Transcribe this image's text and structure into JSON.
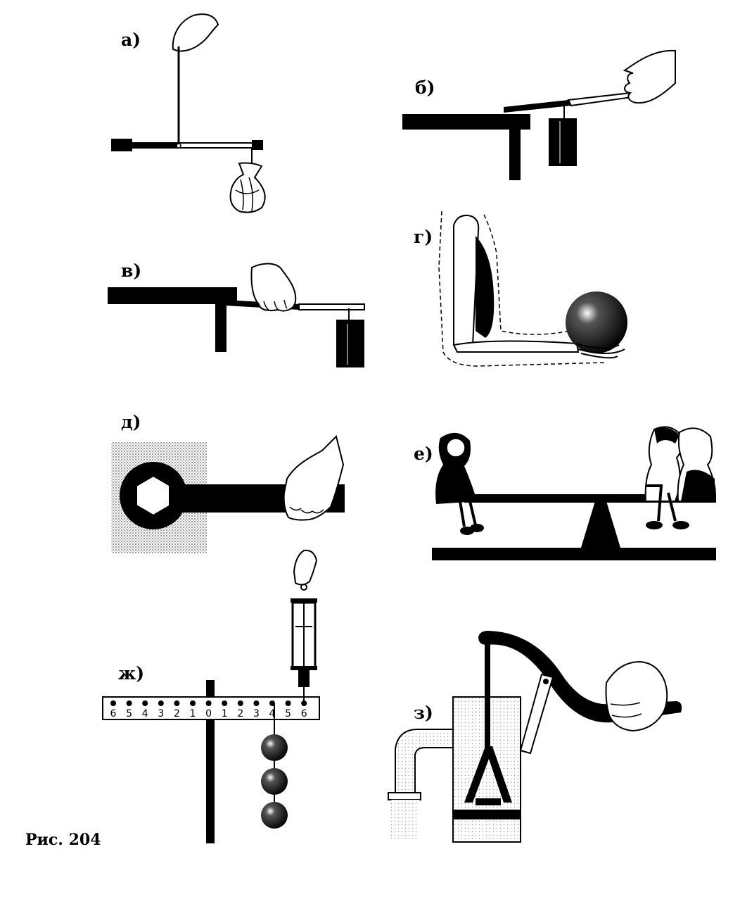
{
  "figure": {
    "caption": "Рис. 204",
    "panels": [
      {
        "id": "a",
        "label": "а)"
      },
      {
        "id": "b",
        "label": "б)"
      },
      {
        "id": "v",
        "label": "в)"
      },
      {
        "id": "g",
        "label": "г)"
      },
      {
        "id": "d",
        "label": "д)"
      },
      {
        "id": "e",
        "label": "е)"
      },
      {
        "id": "zh",
        "label": "ж)"
      },
      {
        "id": "z",
        "label": "з)"
      }
    ],
    "scale_left": [
      "6",
      "5",
      "4",
      "3",
      "2",
      "1",
      "0"
    ],
    "scale_right": [
      "1",
      "2",
      "3",
      "4",
      "5",
      "6"
    ]
  }
}
